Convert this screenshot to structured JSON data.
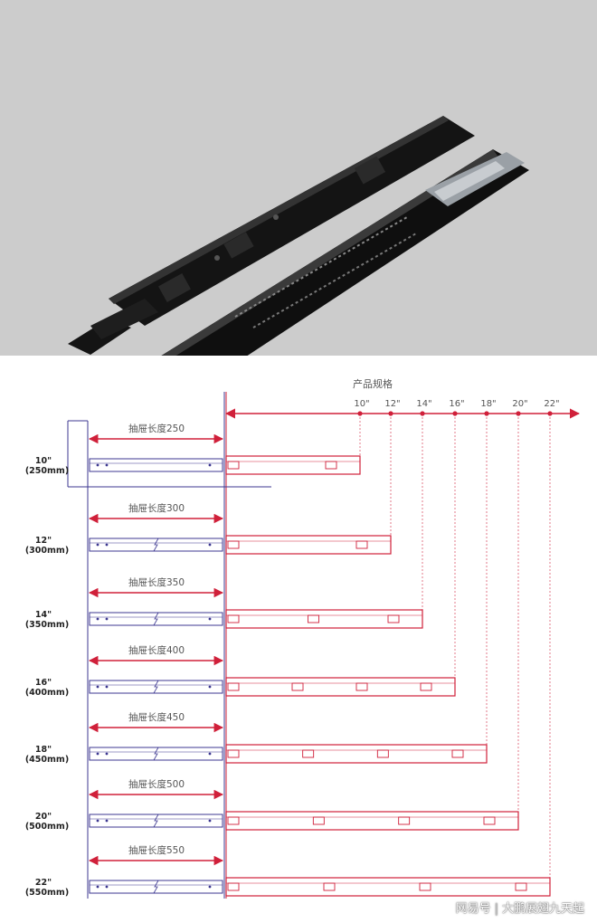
{
  "header": {
    "title": "产品规格"
  },
  "spec_labels": [
    "10\"",
    "12\"",
    "14\"",
    "16\"",
    "18\"",
    "20\"",
    "22\""
  ],
  "rows": [
    {
      "size": "10\"",
      "mm": "(250mm)",
      "extension": "抽屉长度250"
    },
    {
      "size": "12\"",
      "mm": "(300mm)",
      "extension": "抽屉长度300"
    },
    {
      "size": "14\"",
      "mm": "(350mm)",
      "extension": "抽屉长度350"
    },
    {
      "size": "16\"",
      "mm": "(400mm)",
      "extension": "抽屉长度400"
    },
    {
      "size": "18\"",
      "mm": "(450mm)",
      "extension": "抽屉长度450"
    },
    {
      "size": "20\"",
      "mm": "(500mm)",
      "extension": "抽屉长度500"
    },
    {
      "size": "22\"",
      "mm": "(550mm)",
      "extension": "抽屉长度550"
    }
  ],
  "footer": {
    "source": "网易号",
    "author": "大鹏展翅九天起"
  },
  "colors": {
    "red": "#d0203a",
    "purple": "#3c3790",
    "photo_bg": "#cccccc",
    "rail": "#111111"
  }
}
